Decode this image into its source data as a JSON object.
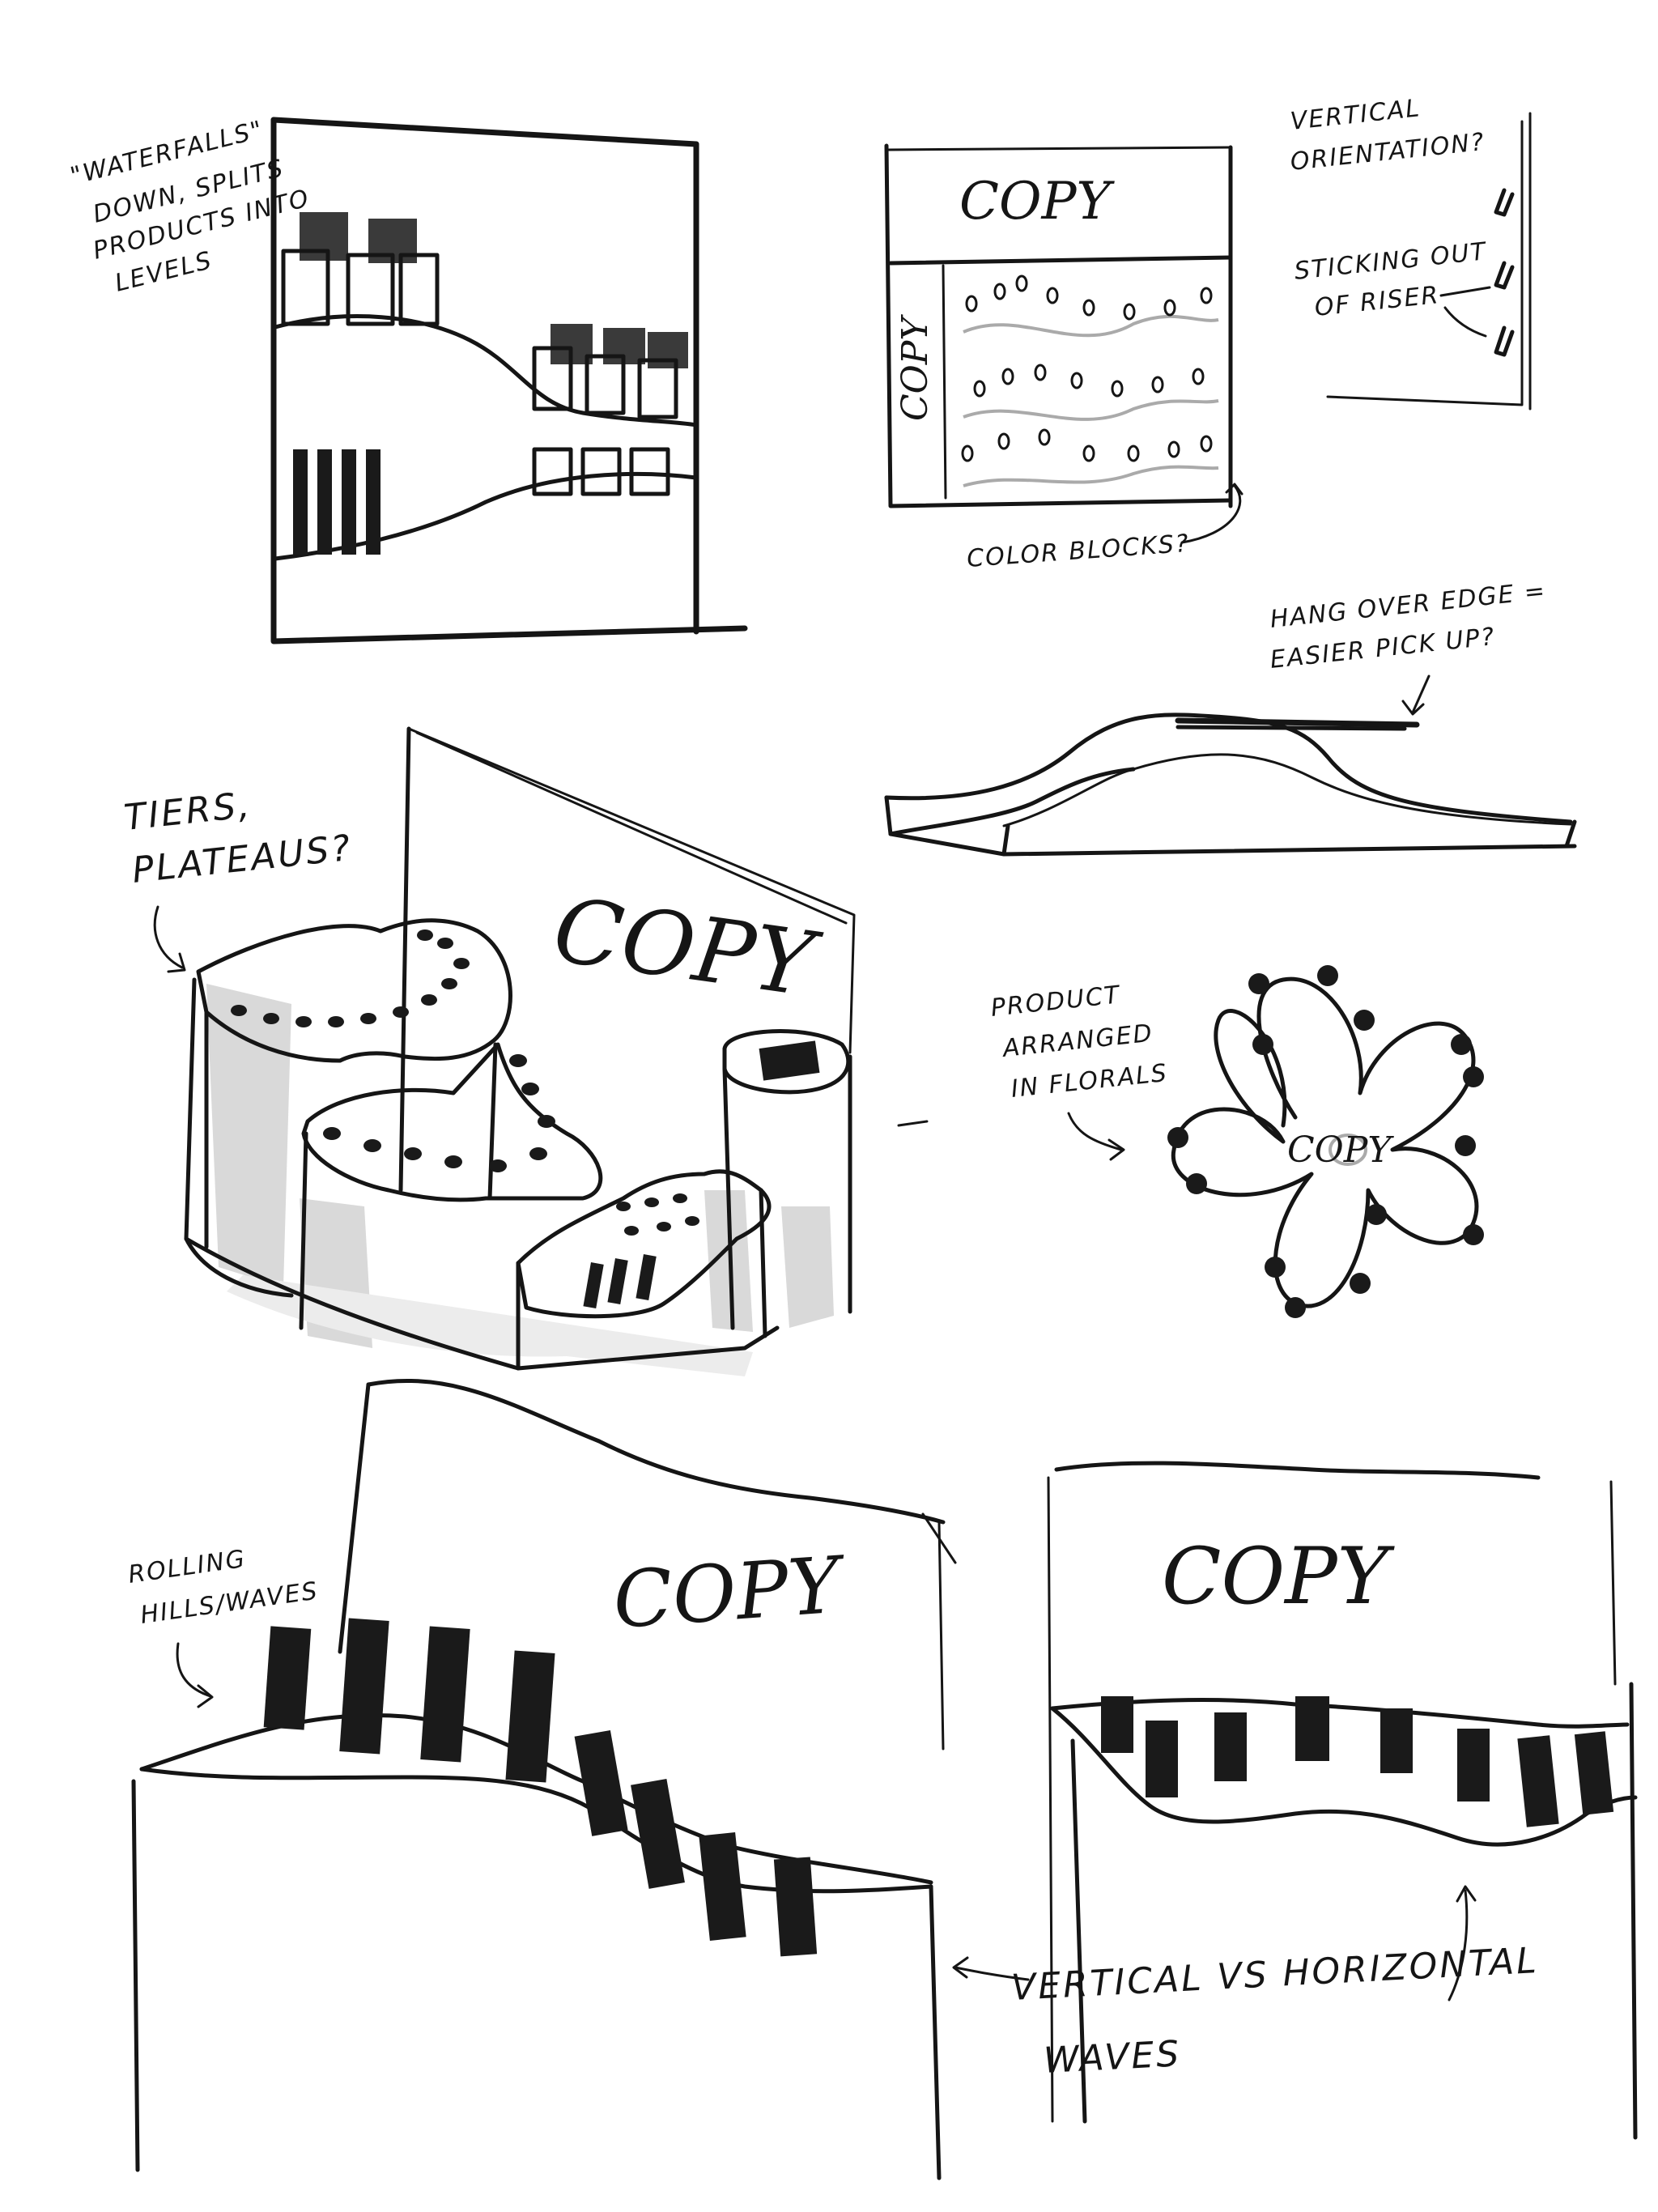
{
  "notes": {
    "waterfall_1": "\"WATERFALLS\"",
    "waterfall_2": "DOWN, SPLITS",
    "waterfall_3": "PRODUCTS INTO",
    "waterfall_4": "LEVELS",
    "vertical_1": "VERTICAL",
    "vertical_2": "ORIENTATION?",
    "sticking_1": "STICKING OUT",
    "sticking_2": "OF RISER",
    "color_blocks": "COLOR BLOCKS?",
    "hang_1": "HANG OVER EDGE =",
    "hang_2": "EASIER PICK UP?",
    "tiers_1": "TIERS,",
    "tiers_2": "PLATEAUS?",
    "product_1": "PRODUCT",
    "product_2": "ARRANGED",
    "product_3": "IN FLORALS",
    "rolling_1": "ROLLING",
    "rolling_2": "HILLS/WAVES",
    "waves_1": "VERTICAL VS HORIZONTAL",
    "waves_2": "WAVES"
  },
  "copy_labels": {
    "sketch2_top": "COPY",
    "sketch2_side": "COPY",
    "tiers": "COPY",
    "floral": "COPY",
    "rolling": "COPY",
    "horizontal": "COPY"
  },
  "colors": {
    "ink": "#151515",
    "shade": "#d9d9d9",
    "paper": "#ffffff"
  }
}
